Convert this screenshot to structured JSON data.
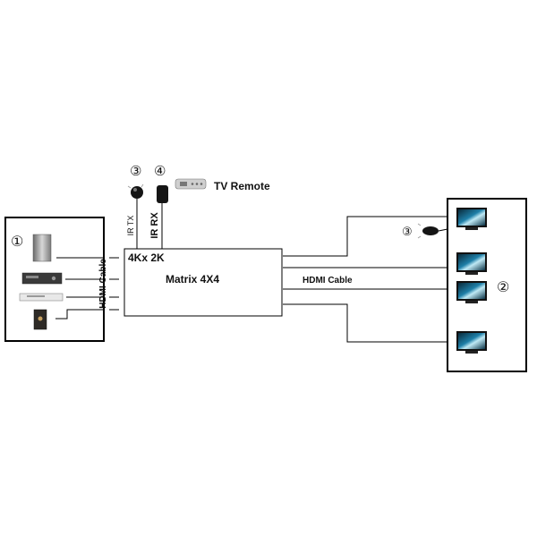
{
  "remote_label": "TV Remote",
  "ir_tx_label": "IR TX",
  "ir_rx_label": "IR RX",
  "matrix": {
    "resolution": "4Kx 2K",
    "name": "Matrix 4X4"
  },
  "input_cable_label": "HDMI Cable",
  "output_cable_label": "HDMI Cable",
  "markers": {
    "sources": "①",
    "displays": "②",
    "ir_tx": "③",
    "ir_rx": "④",
    "ir_tx_display": "③"
  }
}
